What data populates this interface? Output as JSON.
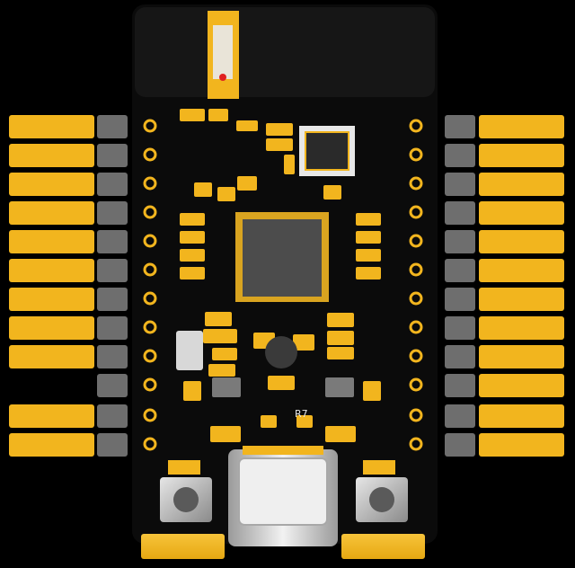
{
  "board": {
    "silkscreen": {
      "r7": "R7"
    },
    "colors": {
      "background": "#000000",
      "board": "#0b0b0b",
      "antenna_area": "#151515",
      "gold": "#f2b51e",
      "gold_dark": "#c98e0f",
      "gray_pad": "#6e6e6e",
      "chip": "#4a4a4a",
      "usb_metal": "#d8d8d8",
      "button_metal": "#bdbdbd",
      "led_red": "#e02020"
    },
    "components": {
      "mcu": "qfn-chip",
      "crystal": "crystal-oscillator",
      "usb": "usb-type-c-connector",
      "buttons": [
        "button-left",
        "button-right"
      ],
      "antenna": "antenna-chip"
    }
  }
}
